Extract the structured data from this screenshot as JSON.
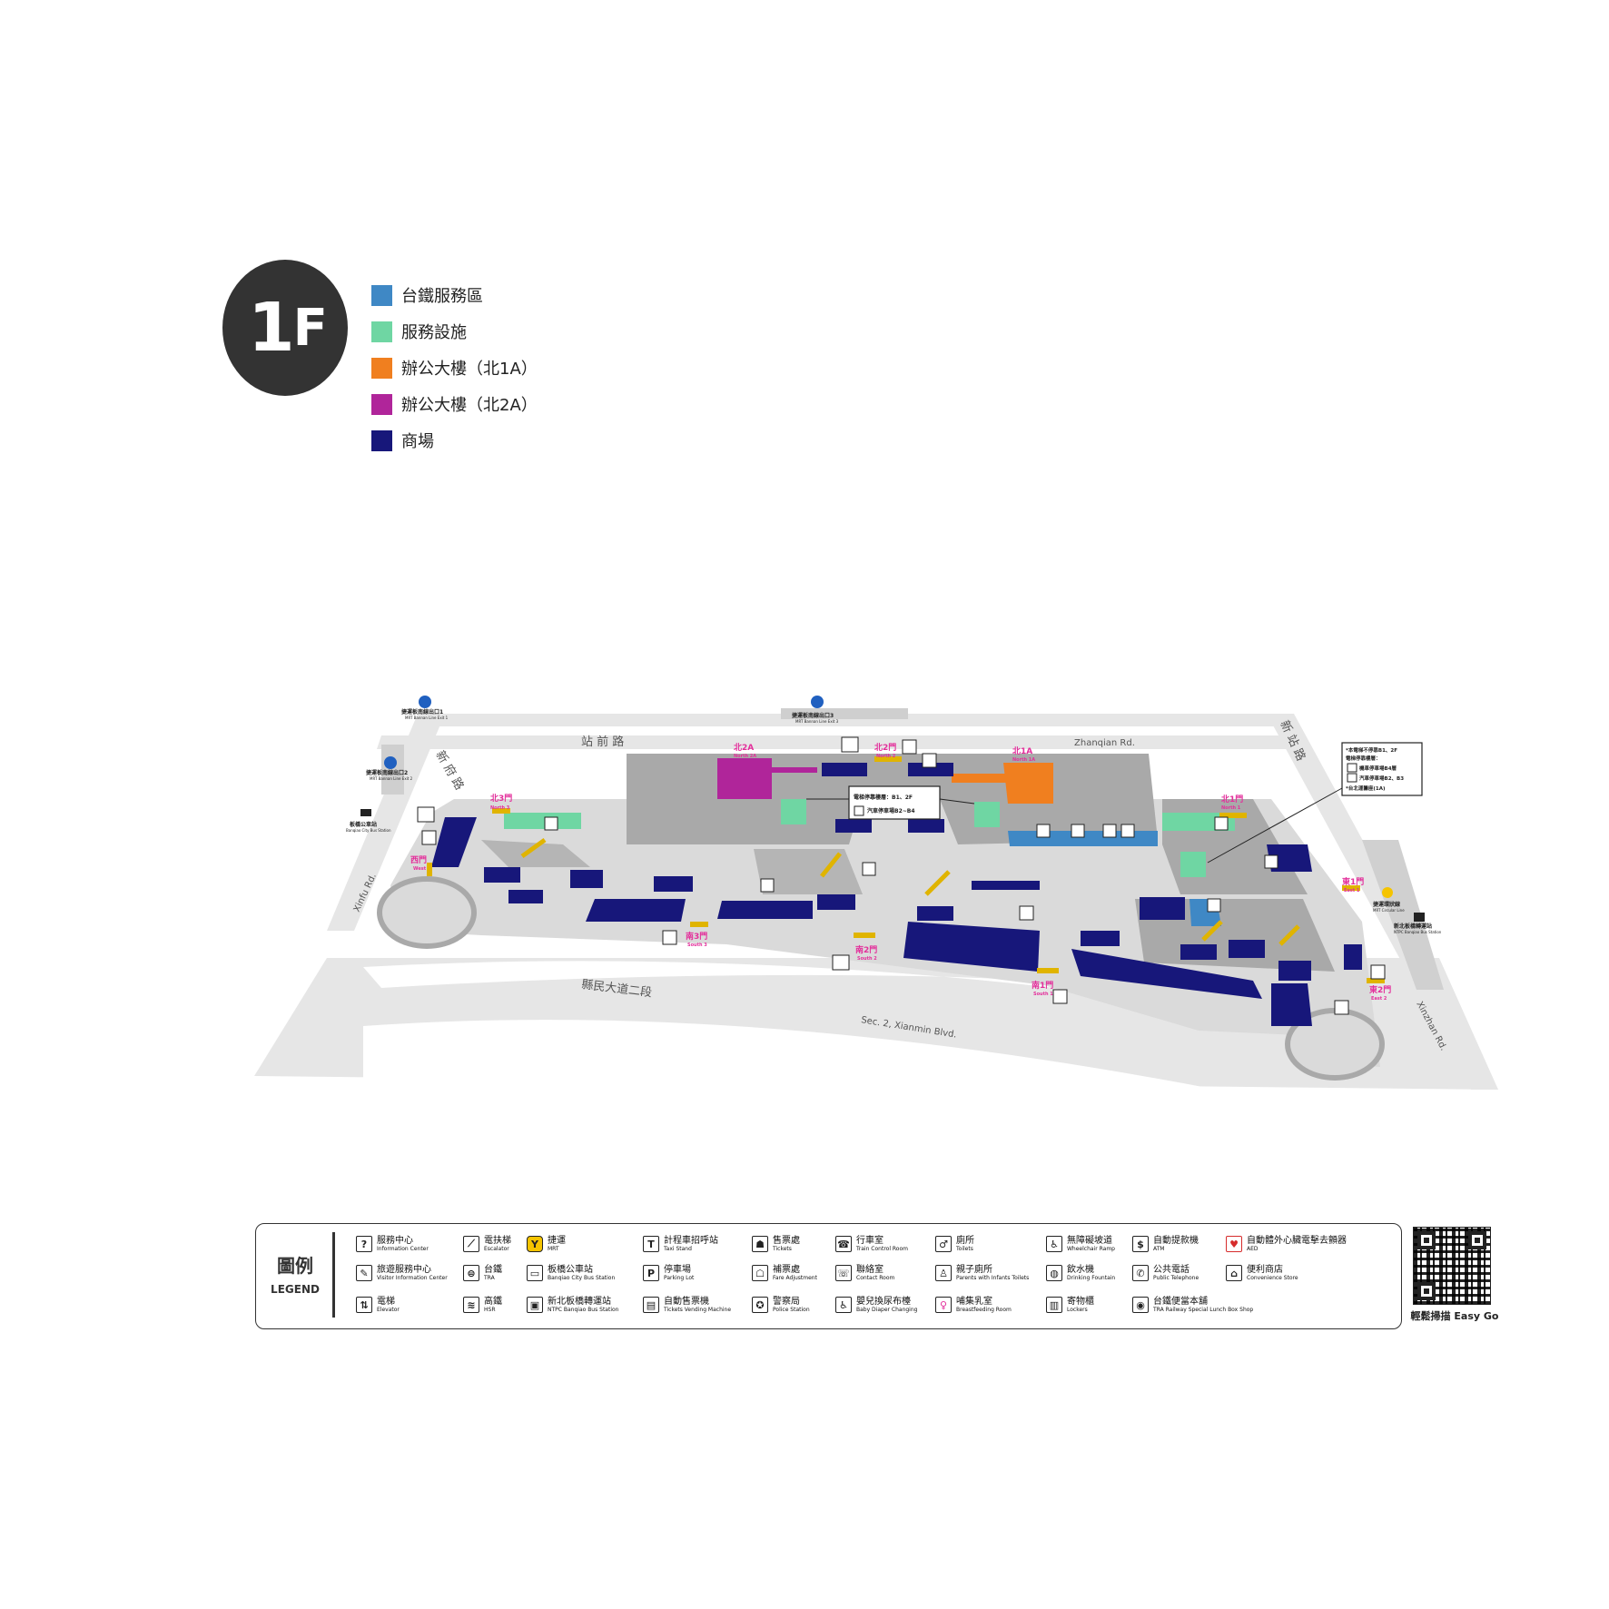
{
  "floor": {
    "number": "1",
    "letter": "F"
  },
  "zones": [
    {
      "label": "台鐵服務區",
      "color": "#3f88c5"
    },
    {
      "label": "服務設施",
      "color": "#6fd6a3"
    },
    {
      "label": "辦公大樓（北1A）",
      "color": "#f07f1f"
    },
    {
      "label": "辦公大樓（北2A）",
      "color": "#b0259a"
    },
    {
      "label": "商場",
      "color": "#17177a"
    }
  ],
  "roads": {
    "zhanqian_zh": "站 前 路",
    "zhanqian_en": "Zhanqian Rd.",
    "xinfu_zh": "新 府 路",
    "xinfu_en": "Xinfu Rd.",
    "xinzhan_zh": "新 站 路",
    "xinzhan_en": "Xinzhan Rd.",
    "xianmin_zh": "縣民大道二段",
    "xianmin_en": "Sec. 2, Xianmin Blvd."
  },
  "exits": {
    "north3": {
      "zh": "北3門",
      "en": "North 3"
    },
    "north2": {
      "zh": "北2門",
      "en": "North 2"
    },
    "north1": {
      "zh": "北1門",
      "en": "North 1"
    },
    "north2a": {
      "zh": "北2A",
      "en": "North 2A"
    },
    "north1a": {
      "zh": "北1A",
      "en": "North 1A"
    },
    "west": {
      "zh": "西門",
      "en": "West"
    },
    "east1": {
      "zh": "東1門",
      "en": "East 1"
    },
    "east2": {
      "zh": "東2門",
      "en": "East 2"
    },
    "south1": {
      "zh": "南1門",
      "en": "South 1"
    },
    "south2": {
      "zh": "南2門",
      "en": "South 2"
    },
    "south3": {
      "zh": "南3門",
      "en": "South 3"
    }
  },
  "stations": {
    "mrt_exit1": {
      "zh": "捷運板南線出口1",
      "en": "MRT Bannan Line Exit 1"
    },
    "mrt_exit2": {
      "zh": "捷運板南線出口2",
      "en": "MRT Bannan Line Exit 2"
    },
    "mrt_exit3": {
      "zh": "捷運板南線出口3",
      "en": "MRT Bannan Line Exit 3"
    },
    "city_bus": {
      "zh": "板橋公車站",
      "en": "Banqiao City Bus Station"
    },
    "circular": {
      "zh": "捷運環狀線",
      "en": "MRT Circular Line"
    },
    "ntpc_bus": {
      "zh": "新北板橋轉運站",
      "en": "NTPC Banqiao Bus Station"
    }
  },
  "callouts": {
    "elevator_center": "電梯停靠樓層：B1、2F",
    "parking_center": "汽車停車場B2~B4",
    "right_line1": "*本電梯不停靠B1、2F",
    "right_line2": "電梯停靠樓層：",
    "right_line3": "機車停車場B4層",
    "right_line4": "汽車停車場B2、B3",
    "right_line5": "*台北運籌座(1A)"
  },
  "legend": {
    "title_zh": "圖例",
    "title_en": "LEGEND",
    "items": [
      {
        "icon": "?",
        "zh": "服務中心",
        "en": "Information Center"
      },
      {
        "icon": "✎",
        "zh": "旅遊服務中心",
        "en": "Visitor Information Center"
      },
      {
        "icon": "⇅",
        "zh": "電梯",
        "en": "Elevator"
      },
      {
        "icon": "⟋",
        "zh": "電扶梯",
        "en": "Escalator"
      },
      {
        "icon": "⊜",
        "zh": "台鐵",
        "en": "TRA"
      },
      {
        "icon": "≋",
        "zh": "高鐵",
        "en": "HSR"
      },
      {
        "icon": "Y",
        "zh": "捷運",
        "en": "MRT"
      },
      {
        "icon": "▭",
        "zh": "板橋公車站",
        "en": "Banqiao City Bus Station"
      },
      {
        "icon": "▣",
        "zh": "新北板橋轉運站",
        "en": "NTPC Banqiao Bus Station"
      },
      {
        "icon": "T",
        "zh": "計程車招呼站",
        "en": "Taxi Stand"
      },
      {
        "icon": "P",
        "zh": "停車場",
        "en": "Parking Lot"
      },
      {
        "icon": "▤",
        "zh": "自動售票機",
        "en": "Tickets Vending Machine"
      },
      {
        "icon": "☗",
        "zh": "售票處",
        "en": "Tickets"
      },
      {
        "icon": "☖",
        "zh": "補票處",
        "en": "Fare Adjustment"
      },
      {
        "icon": "✪",
        "zh": "警察局",
        "en": "Police Station"
      },
      {
        "icon": "☎",
        "zh": "行車室",
        "en": "Train Control Room"
      },
      {
        "icon": "☏",
        "zh": "聯絡室",
        "en": "Contact Room"
      },
      {
        "icon": "♿",
        "zh": "嬰兒換尿布檯",
        "en": "Baby Diaper Changing"
      },
      {
        "icon": "♂",
        "zh": "廁所",
        "en": "Toilets"
      },
      {
        "icon": "♙",
        "zh": "親子廁所",
        "en": "Parents with Infants Toilets"
      },
      {
        "icon": "♀",
        "zh": "哺集乳室",
        "en": "Breastfeeding Room"
      },
      {
        "icon": "♿",
        "zh": "無障礙坡道",
        "en": "Wheelchair Ramp"
      },
      {
        "icon": "◍",
        "zh": "飲水機",
        "en": "Drinking Fountain"
      },
      {
        "icon": "▥",
        "zh": "寄物櫃",
        "en": "Lockers"
      },
      {
        "icon": "$",
        "zh": "自動提款機",
        "en": "ATM"
      },
      {
        "icon": "✆",
        "zh": "公共電話",
        "en": "Public Telephone"
      },
      {
        "icon": "◉",
        "zh": "台鐵便當本舖",
        "en": "TRA Railway Special Lunch Box Shop"
      },
      {
        "icon": "♥",
        "zh": "自動體外心臟電擊去顫器",
        "en": "AED"
      },
      {
        "icon": "⌂",
        "zh": "便利商店",
        "en": "Convenience Store"
      }
    ]
  },
  "qr": {
    "label": "輕鬆掃描 Easy Go"
  },
  "colors": {
    "road": "#e6e6e6",
    "floor": "#dadada",
    "wall": "#a9a9a9",
    "shop": "#17177a",
    "door": "#e0b400",
    "exit_label": "#e32f9b"
  }
}
